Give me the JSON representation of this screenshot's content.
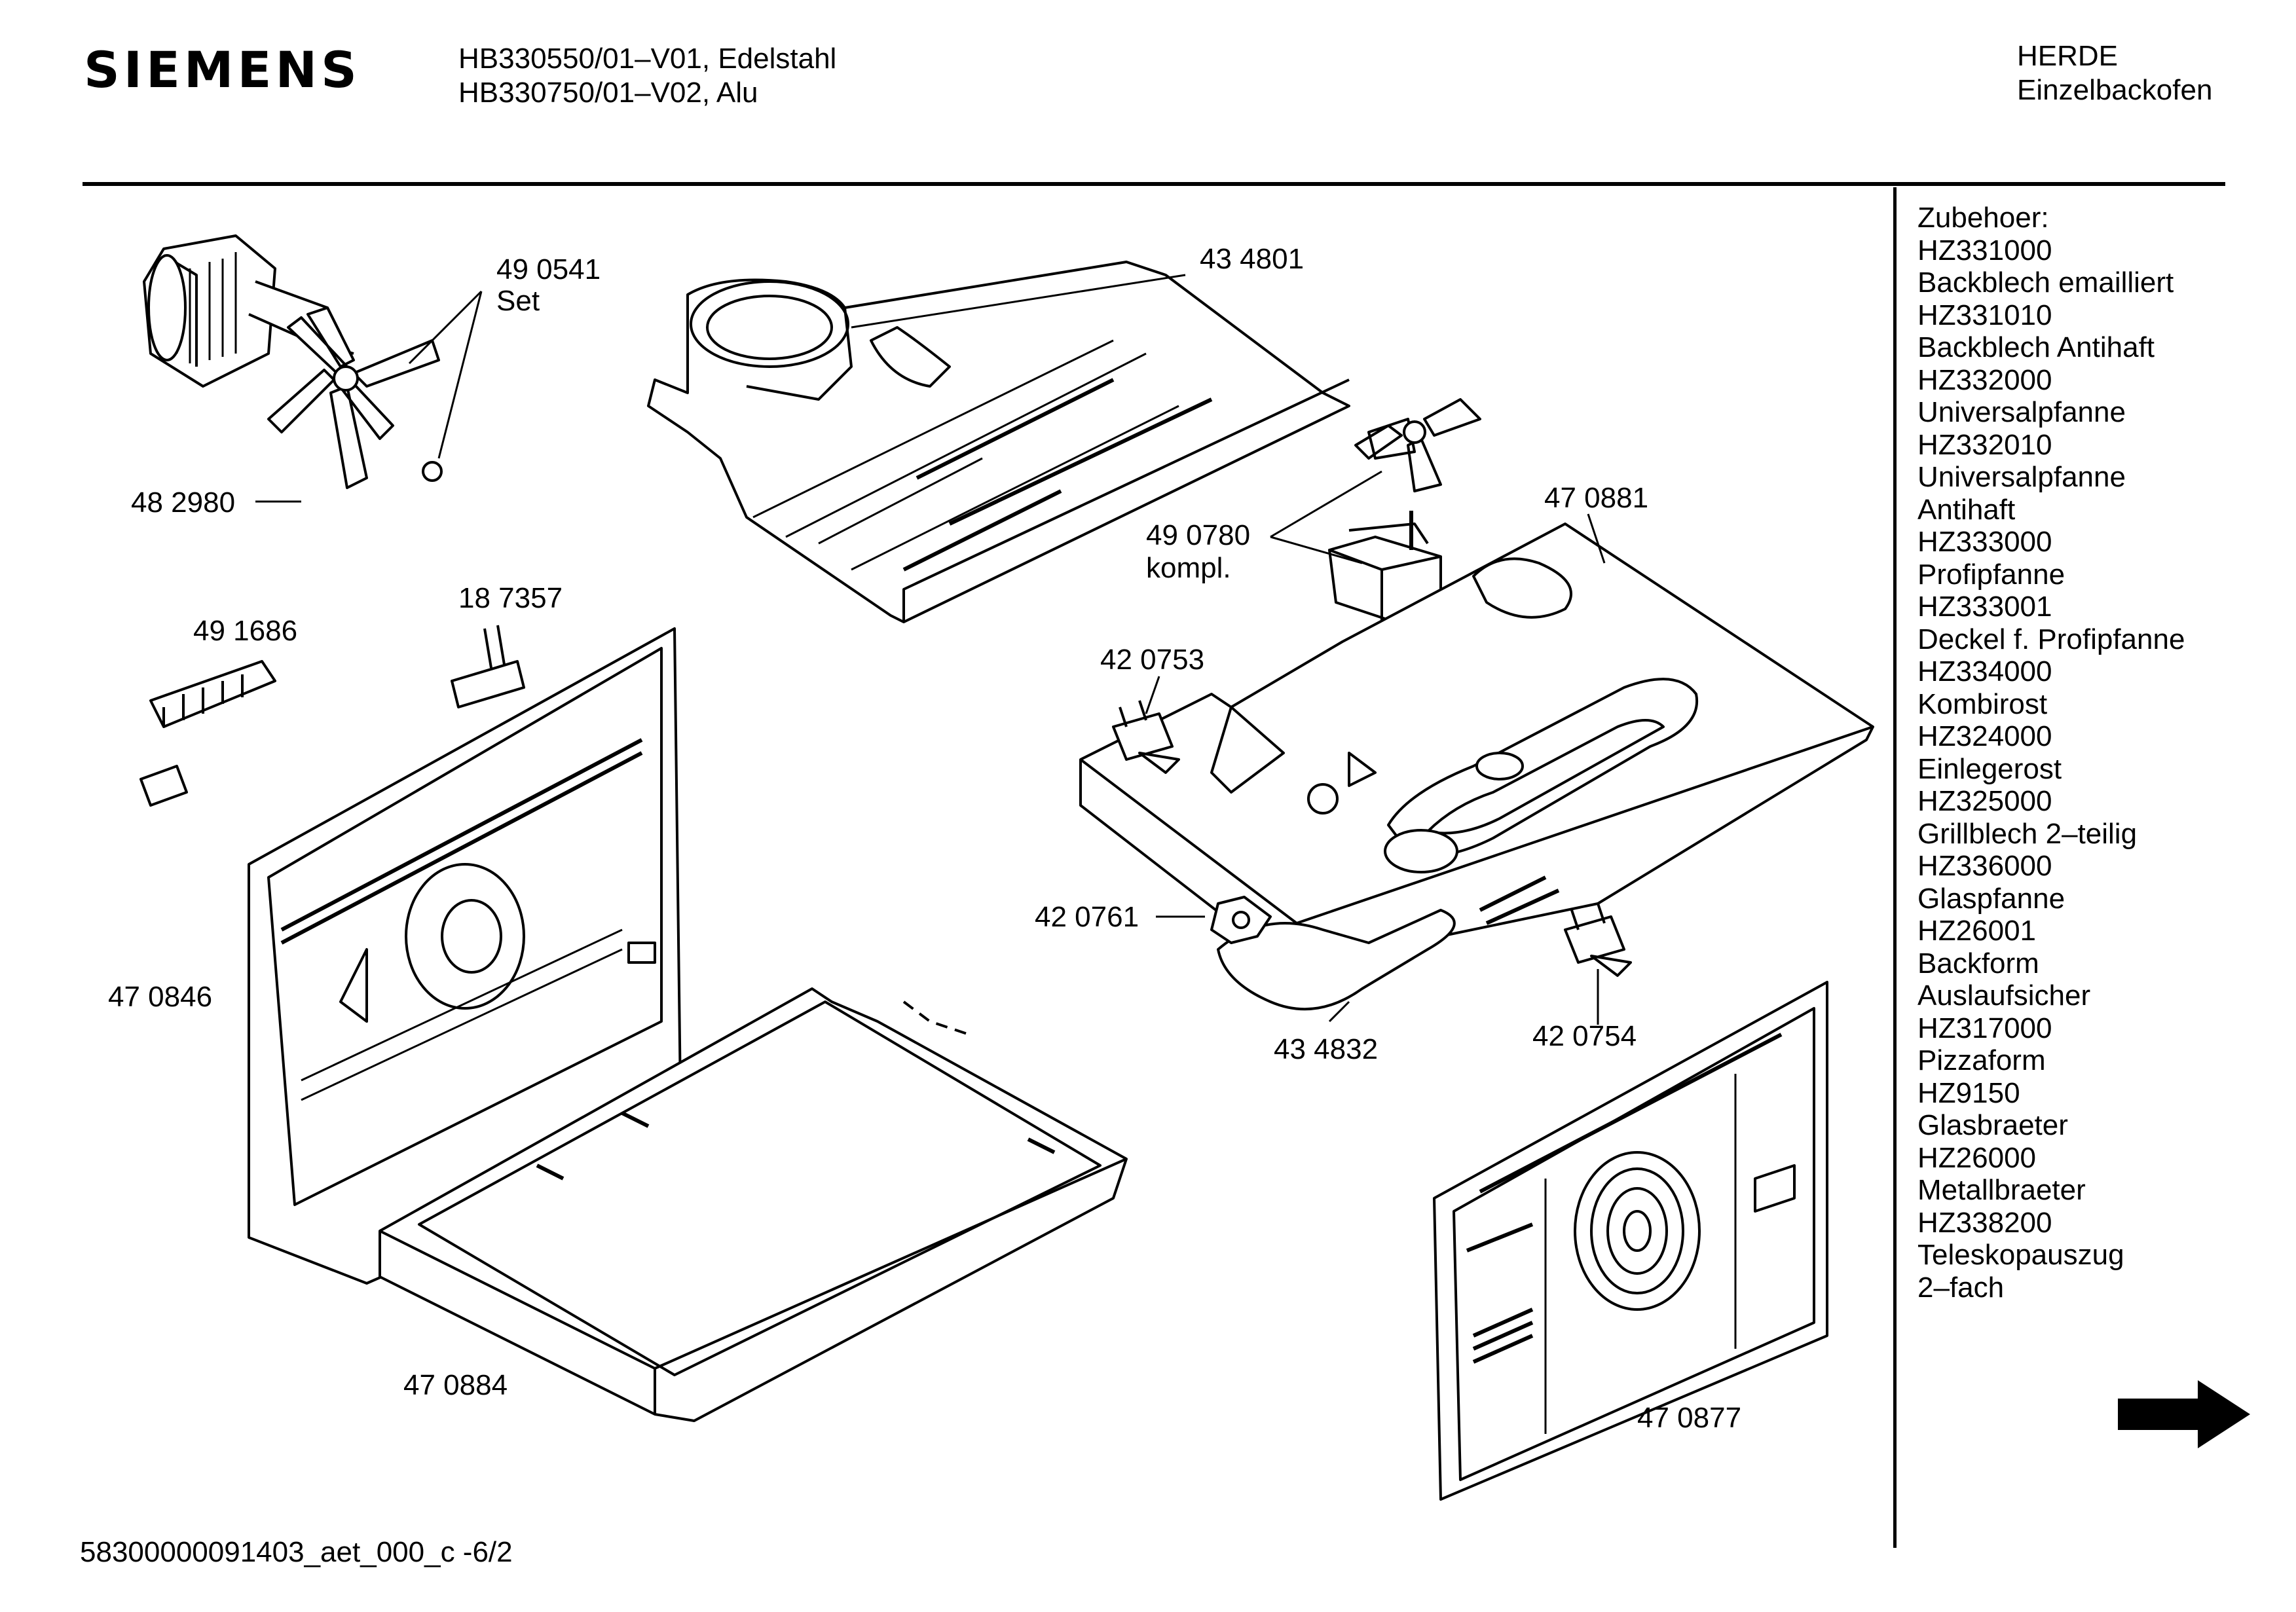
{
  "header": {
    "brand": "SIEMENS",
    "model_lines": [
      "HB330550/01–V01, Edelstahl",
      "HB330750/01–V02, Alu"
    ],
    "category": "HERDE",
    "subcategory": "Einzelbackofen"
  },
  "parts": {
    "p490541": "49 0541",
    "p490541_note": "Set",
    "p482980": "48 2980",
    "p434801": "43 4801",
    "p187357": "18 7357",
    "p491686": "49 1686",
    "p490780": "49 0780",
    "p490780_note": "kompl.",
    "p470881": "47 0881",
    "p420753": "42 0753",
    "p420761": "42 0761",
    "p470846": "47 0846",
    "p434832": "43 4832",
    "p420754": "42 0754",
    "p470884": "47 0884",
    "p470877": "47 0877"
  },
  "accessories": {
    "title": "Zubehoer:",
    "items": [
      "HZ331000",
      "Backblech emailliert",
      "HZ331010",
      "Backblech Antihaft",
      "HZ332000",
      "Universalpfanne",
      "HZ332010",
      "Universalpfanne",
      "Antihaft",
      "HZ333000",
      "Profipfanne",
      "HZ333001",
      "Deckel f. Profipfanne",
      "HZ334000",
      "Kombirost",
      "HZ324000",
      "Einlegerost",
      "HZ325000",
      "Grillblech 2–teilig",
      "HZ336000",
      "Glaspfanne",
      "HZ26001",
      "Backform",
      "Auslaufsicher",
      "HZ317000",
      "Pizzaform",
      "HZ9150",
      "Glasbraeter",
      "HZ26000",
      "Metallbraeter",
      "HZ338200",
      "Teleskopauszug",
      "2–fach"
    ]
  },
  "footer": {
    "doc_id": "58300000091403_aet_000_c -6/2"
  },
  "icons": {
    "next_page": "arrow-right-icon"
  }
}
